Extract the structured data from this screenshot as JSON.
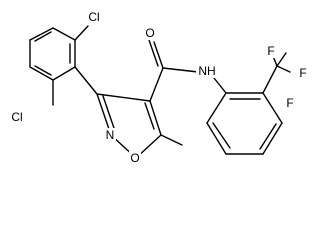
{
  "molecule": {
    "atom_labels": {
      "cl_top": "Cl",
      "cl_bottom": "Cl",
      "oxygen_carbonyl": "O",
      "amide_nh": "NH",
      "fluorine_1": "F",
      "fluorine_2": "F",
      "fluorine_3": "F",
      "ring_nitrogen": "N",
      "ring_oxygen": "O"
    }
  }
}
